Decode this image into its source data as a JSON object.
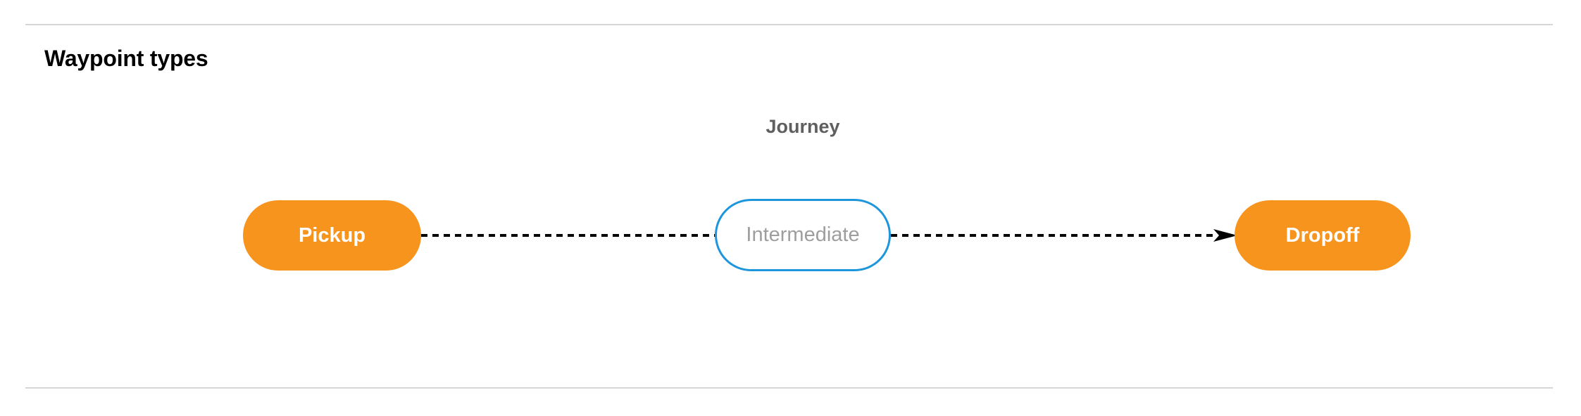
{
  "section": {
    "title": "Waypoint types"
  },
  "diagram": {
    "type": "flow",
    "group_label": "Journey",
    "nodes": [
      {
        "id": "pickup",
        "label": "Pickup",
        "style": "filled",
        "fill": "#F7941E",
        "text_color": "#FFFFFF"
      },
      {
        "id": "intermediate",
        "label": "Intermediate",
        "style": "outline",
        "fill": "#FFFFFF",
        "border_color": "#1E96DC",
        "text_color": "#9E9E9E"
      },
      {
        "id": "dropoff",
        "label": "Dropoff",
        "style": "filled",
        "fill": "#F7941E",
        "text_color": "#FFFFFF"
      }
    ],
    "edges": [
      {
        "from": "pickup",
        "to": "intermediate",
        "style": "dashed",
        "arrowhead": false,
        "color": "#000000"
      },
      {
        "from": "intermediate",
        "to": "dropoff",
        "style": "dashed",
        "arrowhead": true,
        "color": "#000000"
      }
    ]
  },
  "colors": {
    "accent_orange": "#F7941E",
    "accent_blue": "#1E96DC",
    "muted_text": "#9E9E9E",
    "label_text": "#5F5F5F",
    "divider": "#D6D6D6"
  }
}
